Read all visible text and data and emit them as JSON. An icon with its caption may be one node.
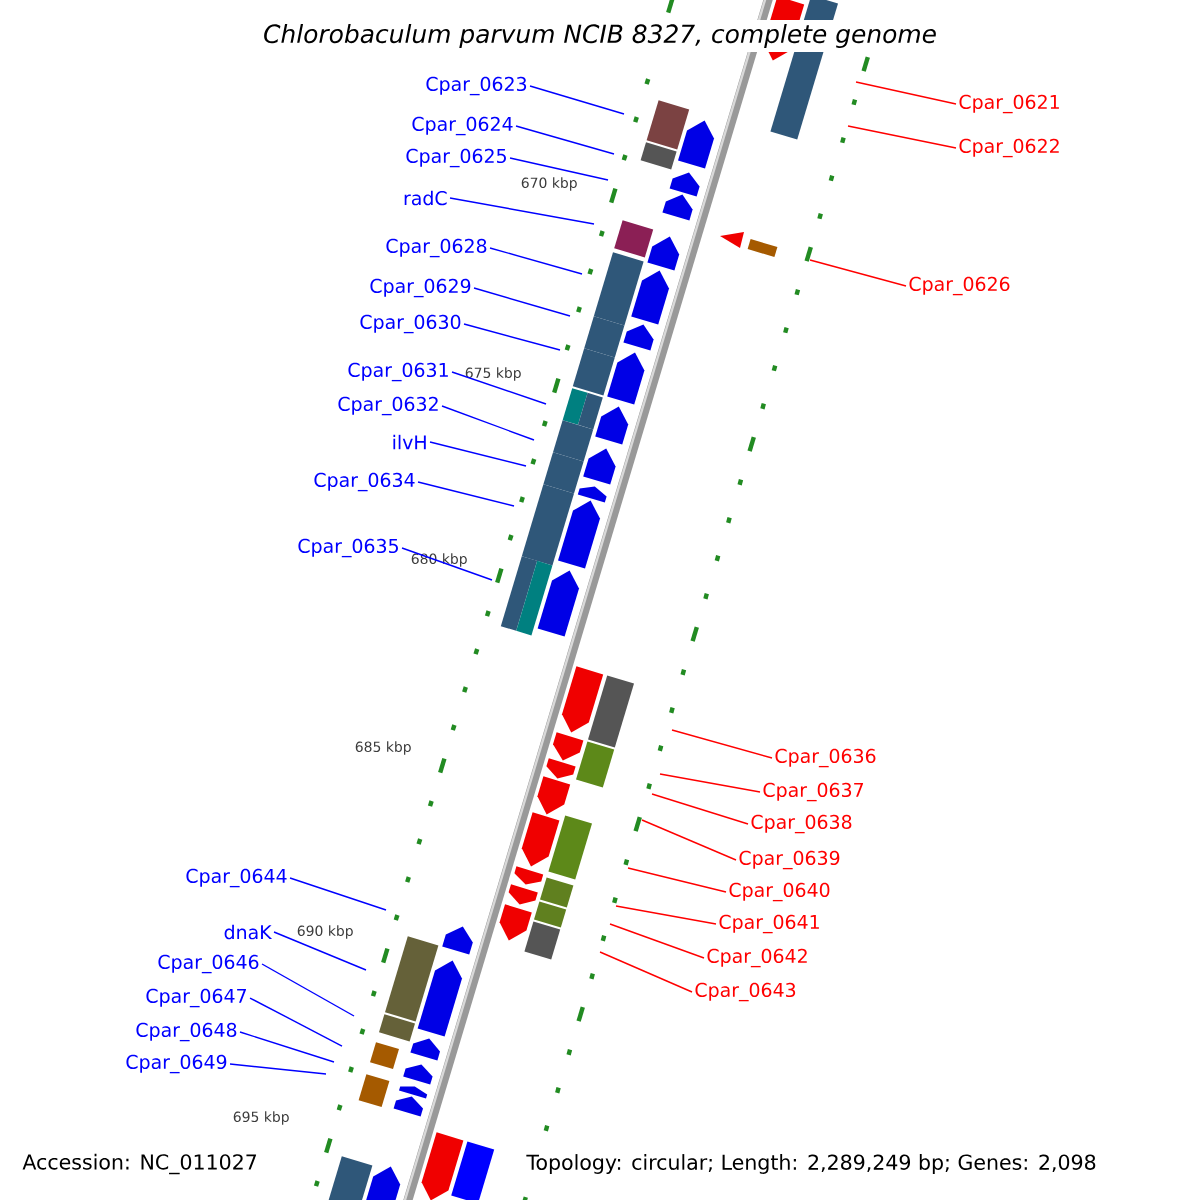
{
  "diagram": {
    "title": "*Chlorobaculum parvum* NCIB 8327, complete genome",
    "nodes": [
      {
        "text": [
          "Cpar_0621"
        ]
      },
      {
        "text": [
          "Cpar_0622"
        ]
      },
      {
        "text": [
          "Cpar_0623"
        ]
      },
      {
        "text": [
          "Cpar_0624"
        ]
      },
      {
        "text": [
          "Cpar_0625"
        ]
      },
      {
        "text": [
          "radC"
        ]
      },
      {
        "text": [
          "Cpar_0626"
        ]
      },
      {
        "text": [
          "Cpar_0628"
        ]
      },
      {
        "text": [
          "Cpar_0629"
        ]
      },
      {
        "text": [
          "Cpar_0630"
        ]
      },
      {
        "text": [
          "Cpar_0631"
        ]
      },
      {
        "text": [
          "Cpar_0632"
        ]
      },
      {
        "text": [
          "ilvH"
        ]
      },
      {
        "text": [
          "Cpar_0634"
        ]
      },
      {
        "text": [
          "Cpar_0635"
        ]
      },
      {
        "text": [
          "Cpar_0636"
        ]
      },
      {
        "text": [
          "Cpar_0637"
        ]
      },
      {
        "text": [
          "Cpar_0638"
        ]
      },
      {
        "text": [
          "Cpar_0639"
        ]
      },
      {
        "text": [
          "Cpar_0640"
        ]
      },
      {
        "text": [
          "Cpar_0641"
        ]
      },
      {
        "text": [
          "Cpar_0642"
        ]
      },
      {
        "text": [
          "Cpar_0643"
        ]
      },
      {
        "text": [
          "Cpar_0644"
        ]
      },
      {
        "text": [
          "dnaK"
        ]
      },
      {
        "text": [
          "Cpar_0646"
        ]
      },
      {
        "text": [
          "Cpar_0647"
        ]
      },
      {
        "text": [
          "Cpar_0648"
        ]
      },
      {
        "text": [
          "Cpar_0649"
        ]
      }
    ],
    "edges": [
      {
        "from": 0,
        "to": null,
        "arrow": "none",
        "color": "#ff0000"
      },
      {
        "from": 1,
        "to": null,
        "arrow": "none",
        "color": "#ff0000"
      },
      {
        "from": 2,
        "to": null,
        "arrow": "none"
      },
      {
        "from": 3,
        "to": null,
        "arrow": "none"
      },
      {
        "from": 4,
        "to": null,
        "arrow": "none"
      },
      {
        "from": 5,
        "to": null,
        "arrow": "none"
      },
      {
        "from": 6,
        "to": null,
        "arrow": "none",
        "color": "#ff0000"
      },
      {
        "from": 7,
        "to": null,
        "arrow": "none"
      },
      {
        "from": 8,
        "to": null,
        "arrow": "none"
      },
      {
        "from": 9,
        "to": null,
        "arrow": "none"
      },
      {
        "from": 10,
        "to": null,
        "arrow": "none"
      },
      {
        "from": 11,
        "to": null,
        "arrow": "none"
      },
      {
        "from": 12,
        "to": null,
        "arrow": "none"
      },
      {
        "from": 13,
        "to": null,
        "arrow": "none"
      },
      {
        "from": 14,
        "to": null,
        "arrow": "none"
      },
      {
        "from": 15,
        "to": null,
        "arrow": "none",
        "color": "#ff0000"
      },
      {
        "from": 16,
        "to": null,
        "arrow": "none",
        "color": "#ff0000"
      },
      {
        "from": 17,
        "to": null,
        "arrow": "none",
        "color": "#ff0000"
      },
      {
        "from": 18,
        "to": null,
        "arrow": "none",
        "color": "#ff0000"
      },
      {
        "from": 19,
        "to": null,
        "arrow": "none",
        "color": "#ff0000"
      },
      {
        "from": 20,
        "to": null,
        "arrow": "none",
        "color": "#ff0000"
      },
      {
        "from": 21,
        "to": null,
        "arrow": "none",
        "color": "#ff0000"
      },
      {
        "from": 22,
        "to": null,
        "arrow": "none",
        "color": "#ff0000"
      },
      {
        "from": 23,
        "to": null,
        "arrow": "none"
      },
      {
        "from": 24,
        "to": null,
        "arrow": "none"
      },
      {
        "from": 25,
        "to": null,
        "arrow": "none"
      },
      {
        "from": 26,
        "to": null,
        "arrow": "none"
      },
      {
        "from": 27,
        "to": null,
        "arrow": "none"
      },
      {
        "from": 28,
        "to": null,
        "arrow": "none"
      }
    ],
    "labels": [
      "670 kbp",
      "675 kbp",
      "680 kbp",
      "685 kbp",
      "690 kbp",
      "695 kbp",
      "Accession: NC_011027",
      "Topology: circular; Length: 2,289,249 bp; Genes: 2,098"
    ]
  }
}
